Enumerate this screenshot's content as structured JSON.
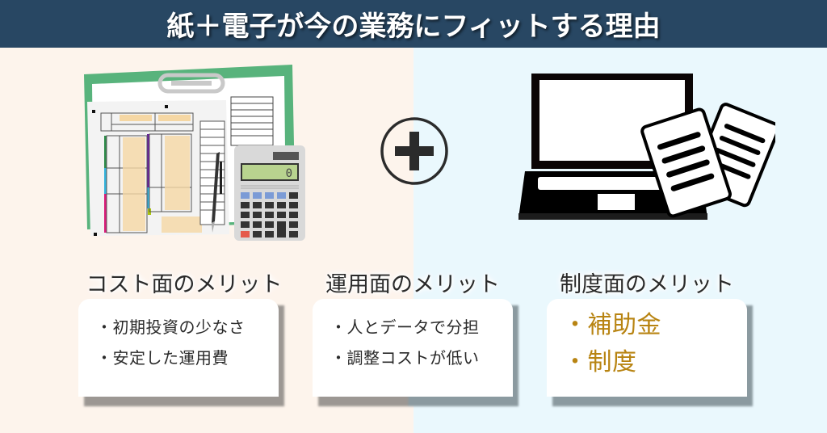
{
  "header": {
    "title": "紙＋電子が今の業務にフィットする理由",
    "background": "#284763"
  },
  "background": {
    "left_color": "#fdf4ec",
    "right_color": "#eaf8fd"
  },
  "illustrations": {
    "left": "paper-documents-clipboard-calculator-pen",
    "center": "plus-circle-icon",
    "right": "laptop-with-documents"
  },
  "calculator": {
    "display": "0"
  },
  "cards": [
    {
      "title": "コスト面のメリット",
      "items": [
        "・初期投資の少なさ",
        "・安定した運用費"
      ]
    },
    {
      "title": "運用面のメリット",
      "items": [
        "・人とデータで分担",
        "・調整コストが低い"
      ]
    },
    {
      "title": "制度面のメリット",
      "items": [
        "・補助金",
        "・制度"
      ],
      "accent_color": "#b88412"
    }
  ]
}
